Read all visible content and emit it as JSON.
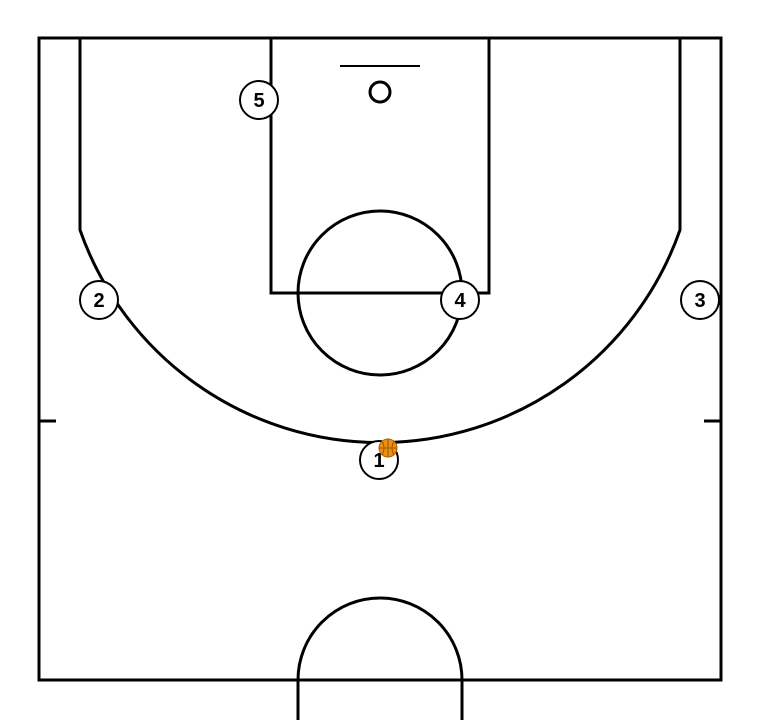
{
  "players": [
    {
      "id": "1",
      "label": "1",
      "has_ball": true
    },
    {
      "id": "2",
      "label": "2",
      "has_ball": false
    },
    {
      "id": "3",
      "label": "3",
      "has_ball": false
    },
    {
      "id": "4",
      "label": "4",
      "has_ball": false
    },
    {
      "id": "5",
      "label": "5",
      "has_ball": false
    }
  ],
  "colors": {
    "lines": "#000000",
    "background": "#ffffff",
    "ball": "#e8900f"
  }
}
